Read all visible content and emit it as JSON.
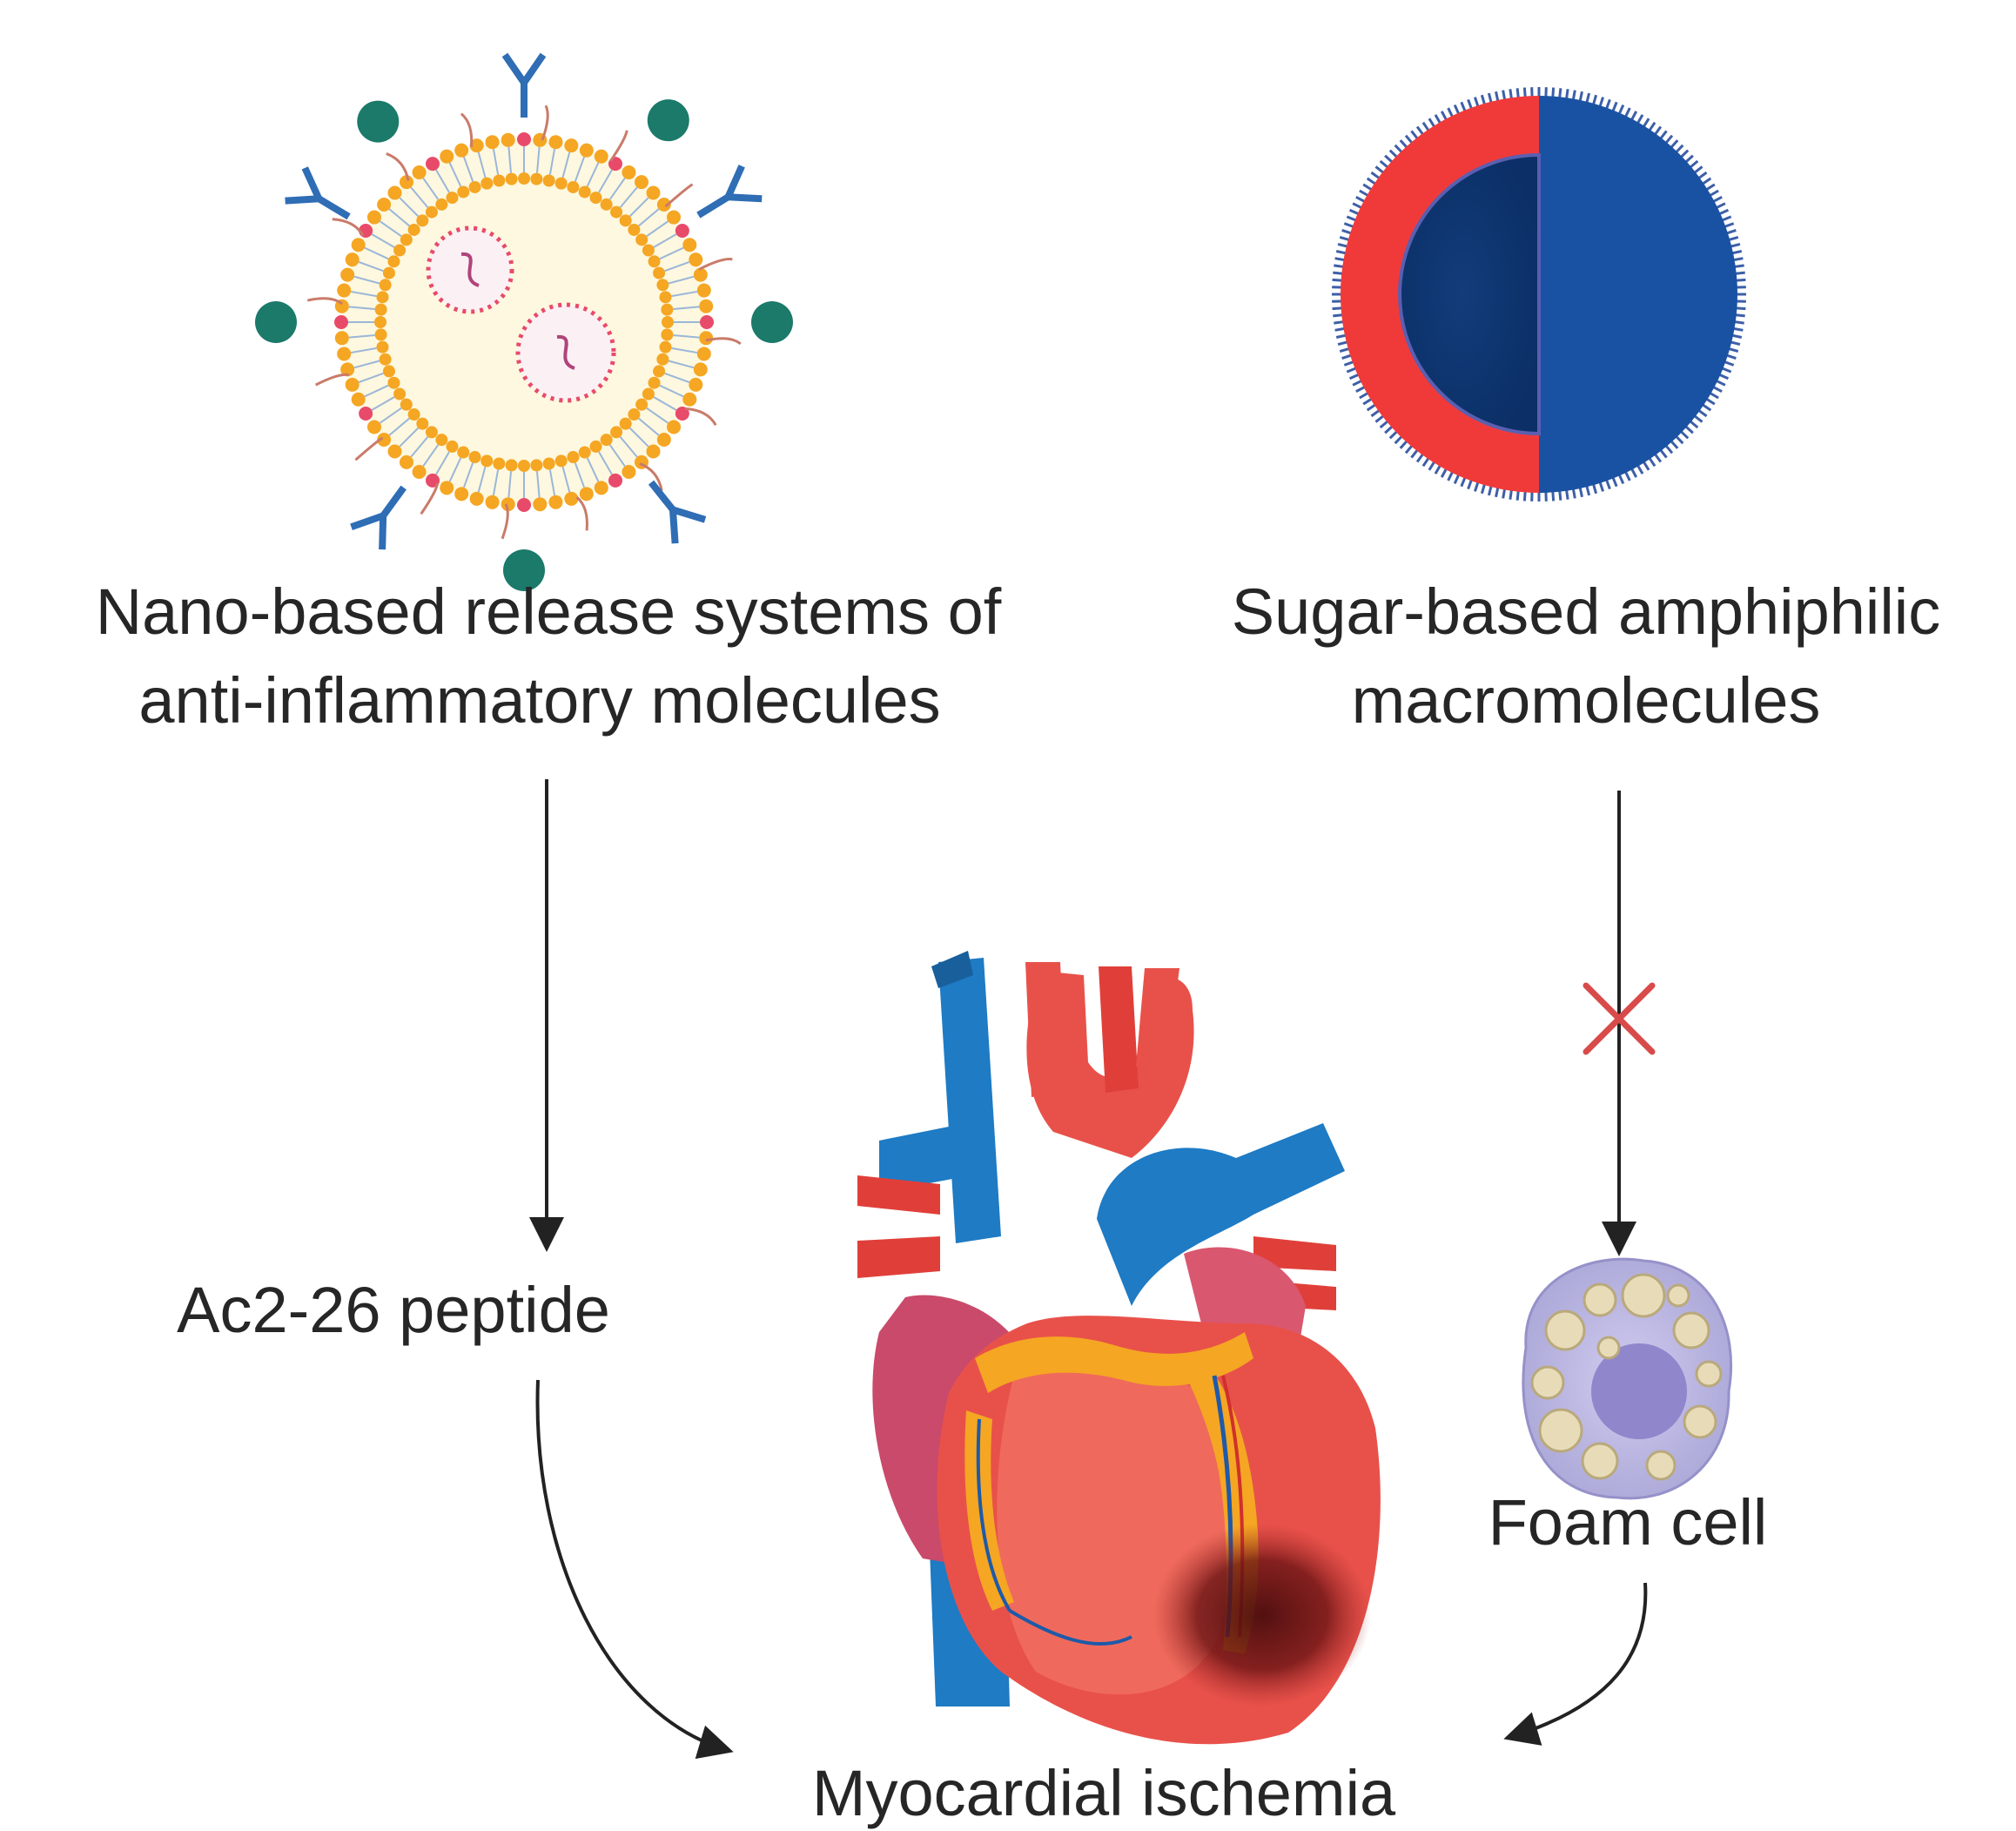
{
  "labels": {
    "nano_line1": "Nano-based release systems of",
    "nano_line2": "anti-inflammatory molecules",
    "sugar_line1": "Sugar-based amphiphilic",
    "sugar_line2": "macromolecules",
    "peptide": "Ac2-26 peptide",
    "foam_cell": "Foam cell",
    "outcome": "Myocardial ischemia"
  },
  "icons": {
    "nanoparticle": "liposome-nanoparticle-icon",
    "sugar_micelle": "amphiphilic-micelle-icon",
    "heart": "heart-icon",
    "foam_cell": "foam-cell-icon",
    "inhibition": "cross-mark-icon"
  },
  "colors": {
    "text": "#262626",
    "arrow": "#222222",
    "inhibit": "#d94a4a",
    "liposome_head": "#f5a623",
    "liposome_core": "#fdf8df",
    "antibody": "#2f6db5",
    "ligand": "#1b7a6a",
    "micelle_outer": "#1a52a3",
    "micelle_red": "#f03a3a",
    "heart_red": "#e8514a",
    "vessel_blue": "#1e7bc4",
    "foam_cell": "#b7b3e0"
  }
}
